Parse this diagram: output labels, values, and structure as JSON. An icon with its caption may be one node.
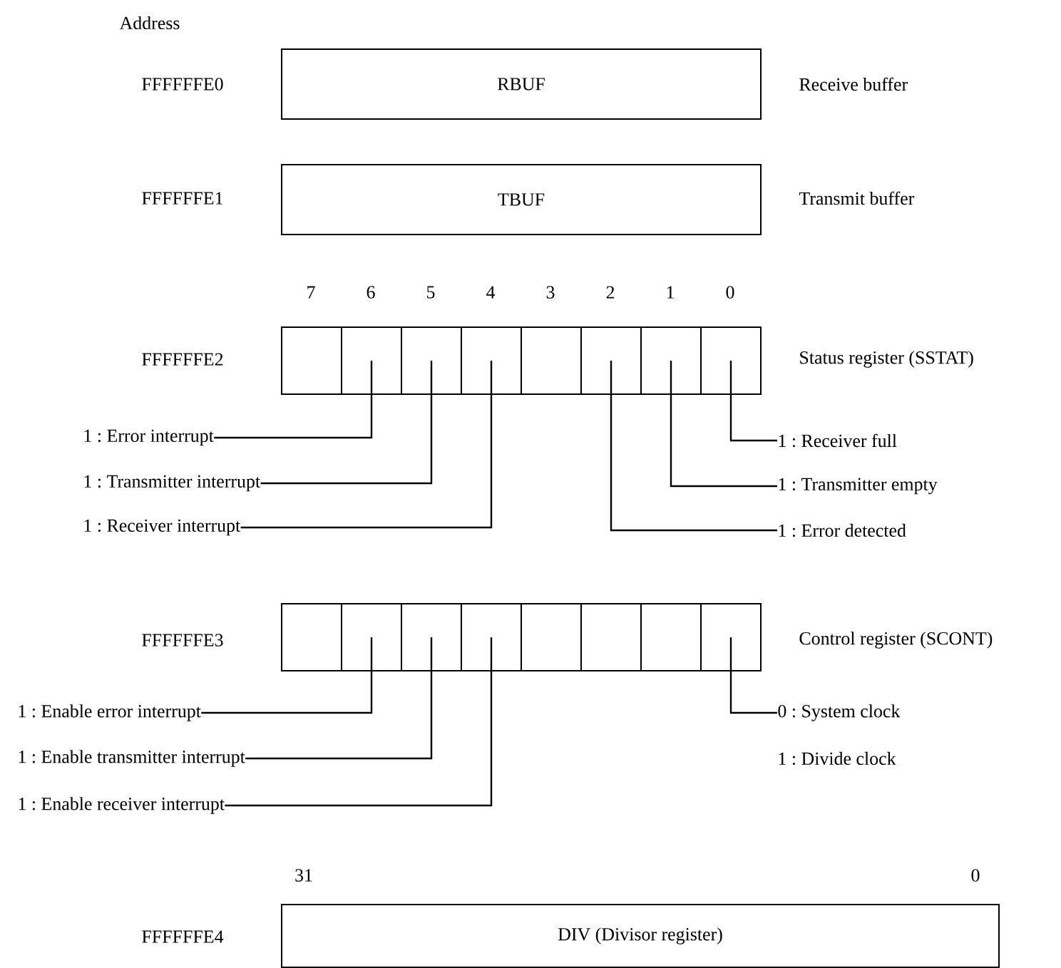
{
  "diagram": {
    "nodes": [
      {
        "text": [
          "RBUF"
        ],
        "beside": [
          "Receive buffer"
        ]
      },
      {
        "text": [
          "TBUF"
        ],
        "beside": [
          "Transmit buffer"
        ]
      },
      {
        "text": [],
        "shape": "box"
      },
      {
        "text": [],
        "shape": "box"
      },
      {
        "text": [],
        "shape": "box"
      },
      {
        "text": [],
        "shape": "box"
      },
      {
        "text": [],
        "shape": "box"
      },
      {
        "text": [],
        "shape": "box"
      },
      {
        "text": [],
        "shape": "box"
      },
      {
        "text": [],
        "shape": "box"
      },
      {
        "text": [],
        "shape": "box"
      },
      {
        "text": [],
        "shape": "box"
      },
      {
        "text": [],
        "shape": "box"
      },
      {
        "text": [],
        "shape": "box"
      },
      {
        "text": [],
        "shape": "box"
      },
      {
        "text": [],
        "shape": "box"
      },
      {
        "text": [],
        "shape": "box"
      },
      {
        "text": [],
        "shape": "box"
      },
      {
        "text": [
          "DIV (Divisor register)"
        ]
      },
      {
        "text": [
          "1 : Error interrupt"
        ]
      },
      {
        "text": [
          "1 : Transmitter interrupt"
        ]
      },
      {
        "text": [
          "1 : Receiver interrupt"
        ]
      },
      {
        "text": [
          "1 : Receiver full"
        ]
      },
      {
        "text": [
          "1 : Transmitter empty"
        ]
      },
      {
        "text": [
          "1 : Error detected"
        ]
      },
      {
        "text": [
          "1 : Enable error interrupt"
        ]
      },
      {
        "text": [
          "1 : Enable transmitter interrupt"
        ]
      },
      {
        "text": [
          "1 : Enable receiver interrupt"
        ]
      },
      {
        "text": [
          "0 : System clock"
        ]
      }
    ],
    "edges": [
      {
        "from": 3,
        "to": 19,
        "arrow": "none"
      },
      {
        "from": 4,
        "to": 20,
        "arrow": "none"
      },
      {
        "from": 5,
        "to": 21,
        "arrow": "none"
      },
      {
        "from": 9,
        "to": 22,
        "arrow": "none"
      },
      {
        "from": 8,
        "to": 23,
        "arrow": "none"
      },
      {
        "from": 7,
        "to": 24,
        "arrow": "none"
      },
      {
        "from": 11,
        "to": 25,
        "arrow": "none"
      },
      {
        "from": 12,
        "to": 26,
        "arrow": "none"
      },
      {
        "from": 13,
        "to": 27,
        "arrow": "none"
      },
      {
        "from": 17,
        "to": 28,
        "arrow": "none"
      }
    ],
    "labels": [
      "Address",
      "FFFFFFE0",
      "FFFFFFE1",
      "7",
      "6",
      "5",
      "4",
      "3",
      "2",
      "1",
      "0",
      "FFFFFFE2",
      "Status register (SSTAT)",
      "FFFFFFE3",
      "Control register (SCONT)",
      "1 : Divide clock",
      "31",
      "0",
      "FFFFFFE4"
    ]
  }
}
